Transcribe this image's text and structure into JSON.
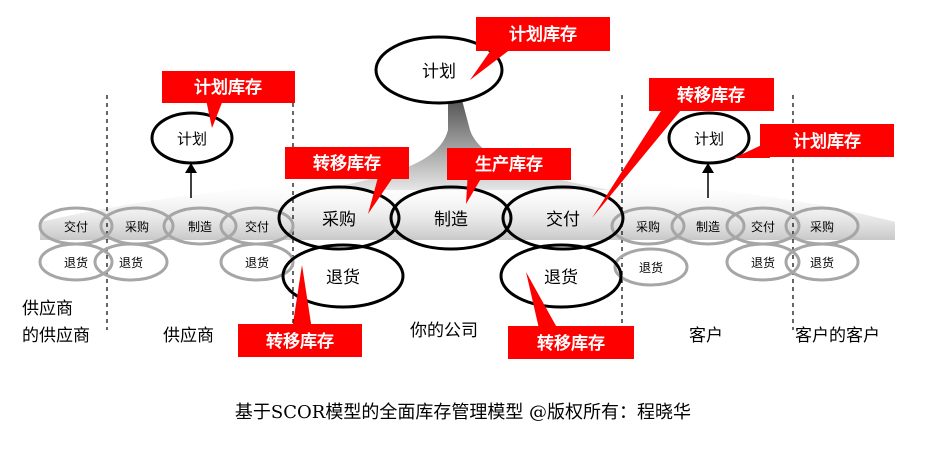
{
  "caption": "基于SCOR模型的全面库存管理模型 @版权所有：程晓华",
  "tags": {
    "plan_center": "计划库存",
    "plan_supplier": "计划库存",
    "plan_customer": "计划库存",
    "transfer_procure": "转移库存",
    "production": "生产库存",
    "transfer_customer": "转移库存",
    "transfer_supplier_bottom": "转移库存",
    "transfer_company_bottom": "转移库存"
  },
  "nodes": {
    "plan_center": "计划",
    "plan_supplier": "计划",
    "plan_customer": "计划",
    "company_procure": "采购",
    "company_make": "制造",
    "company_deliver": "交付",
    "company_return_left": "退货",
    "company_return_right": "退货",
    "ss_deliver": "交付",
    "ss_return": "退货",
    "sup_procure": "采购",
    "sup_return_a": "退货",
    "sup_make": "制造",
    "sup_deliver": "交付",
    "sup_return_b": "退货",
    "cust_procure": "采购",
    "cust_return_a": "退货",
    "cust_make": "制造",
    "cust_deliver": "交付",
    "cust_return_b": "退货",
    "cc_procure": "采购",
    "cc_return": "退货"
  },
  "labels": {
    "supplier_supplier_line1": "供应商",
    "supplier_supplier_line2": "的供应商",
    "supplier": "供应商",
    "company": "你的公司",
    "customer": "客户",
    "customer_customer": "客户的客户"
  },
  "colors": {
    "tag_fill": "#ff0000",
    "ellipse_gray": "#a6a6a6",
    "ellipse_black": "#000000"
  }
}
